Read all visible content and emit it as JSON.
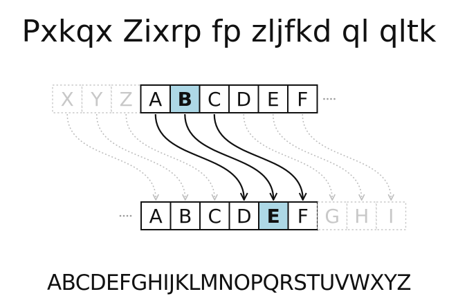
{
  "title": "Pxkqx Zixrp fp zljfkd ql qltk",
  "alphabet": "ABCDEFGHIJKLMNOPQRSTUVWXYZ",
  "diagram": {
    "top_row": {
      "faded_before": [
        "X",
        "Y",
        "Z"
      ],
      "letters": [
        "A",
        "B",
        "C",
        "D",
        "E",
        "F"
      ],
      "highlighted": "B"
    },
    "bottom_row": {
      "letters": [
        "A",
        "B",
        "C",
        "D",
        "E",
        "F"
      ],
      "highlighted": "E",
      "faded_after": [
        "G",
        "H",
        "I"
      ]
    },
    "shift": 3,
    "colors": {
      "highlight_fill": "#add8e6",
      "box_stroke": "#111111",
      "faded": "#c8c8c8",
      "arrow": "#111111",
      "faded_arrow": "#bdbdbd"
    }
  }
}
